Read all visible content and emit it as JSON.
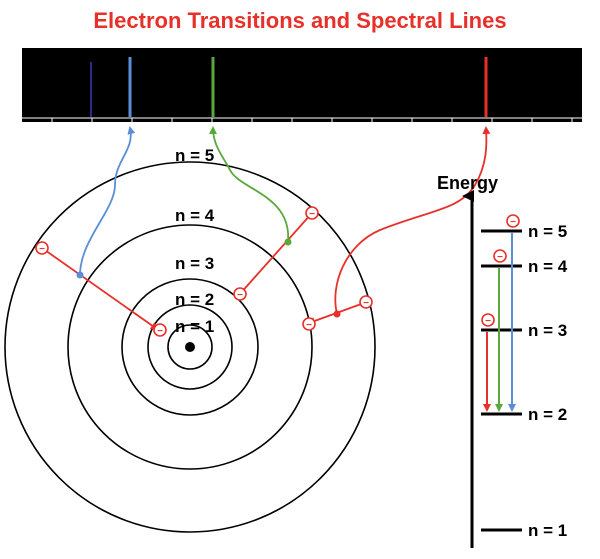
{
  "title": "Electron Transitions and Spectral Lines",
  "energy_axis_label": "Energy",
  "orbit_labels": [
    "n = 1",
    "n = 2",
    "n = 3",
    "n = 4",
    "n = 5"
  ],
  "level_labels": [
    "n = 5",
    "n = 4",
    "n = 3",
    "n = 2",
    "n = 1"
  ],
  "colors": {
    "title": "#e8302a",
    "red": "#e8302a",
    "green": "#5aa83a",
    "blue": "#5a8fd8",
    "spectrum_bg": "#000000"
  },
  "spectral_lines": [
    {
      "color": "dark-violet"
    },
    {
      "color": "blue"
    },
    {
      "color": "green"
    },
    {
      "color": "red"
    }
  ],
  "transitions": [
    {
      "from": "n = 5",
      "to": "n = 2",
      "color": "blue"
    },
    {
      "from": "n = 4",
      "to": "n = 2",
      "color": "green"
    },
    {
      "from": "n = 3",
      "to": "n = 2",
      "color": "red"
    }
  ],
  "electron_symbol": "−"
}
